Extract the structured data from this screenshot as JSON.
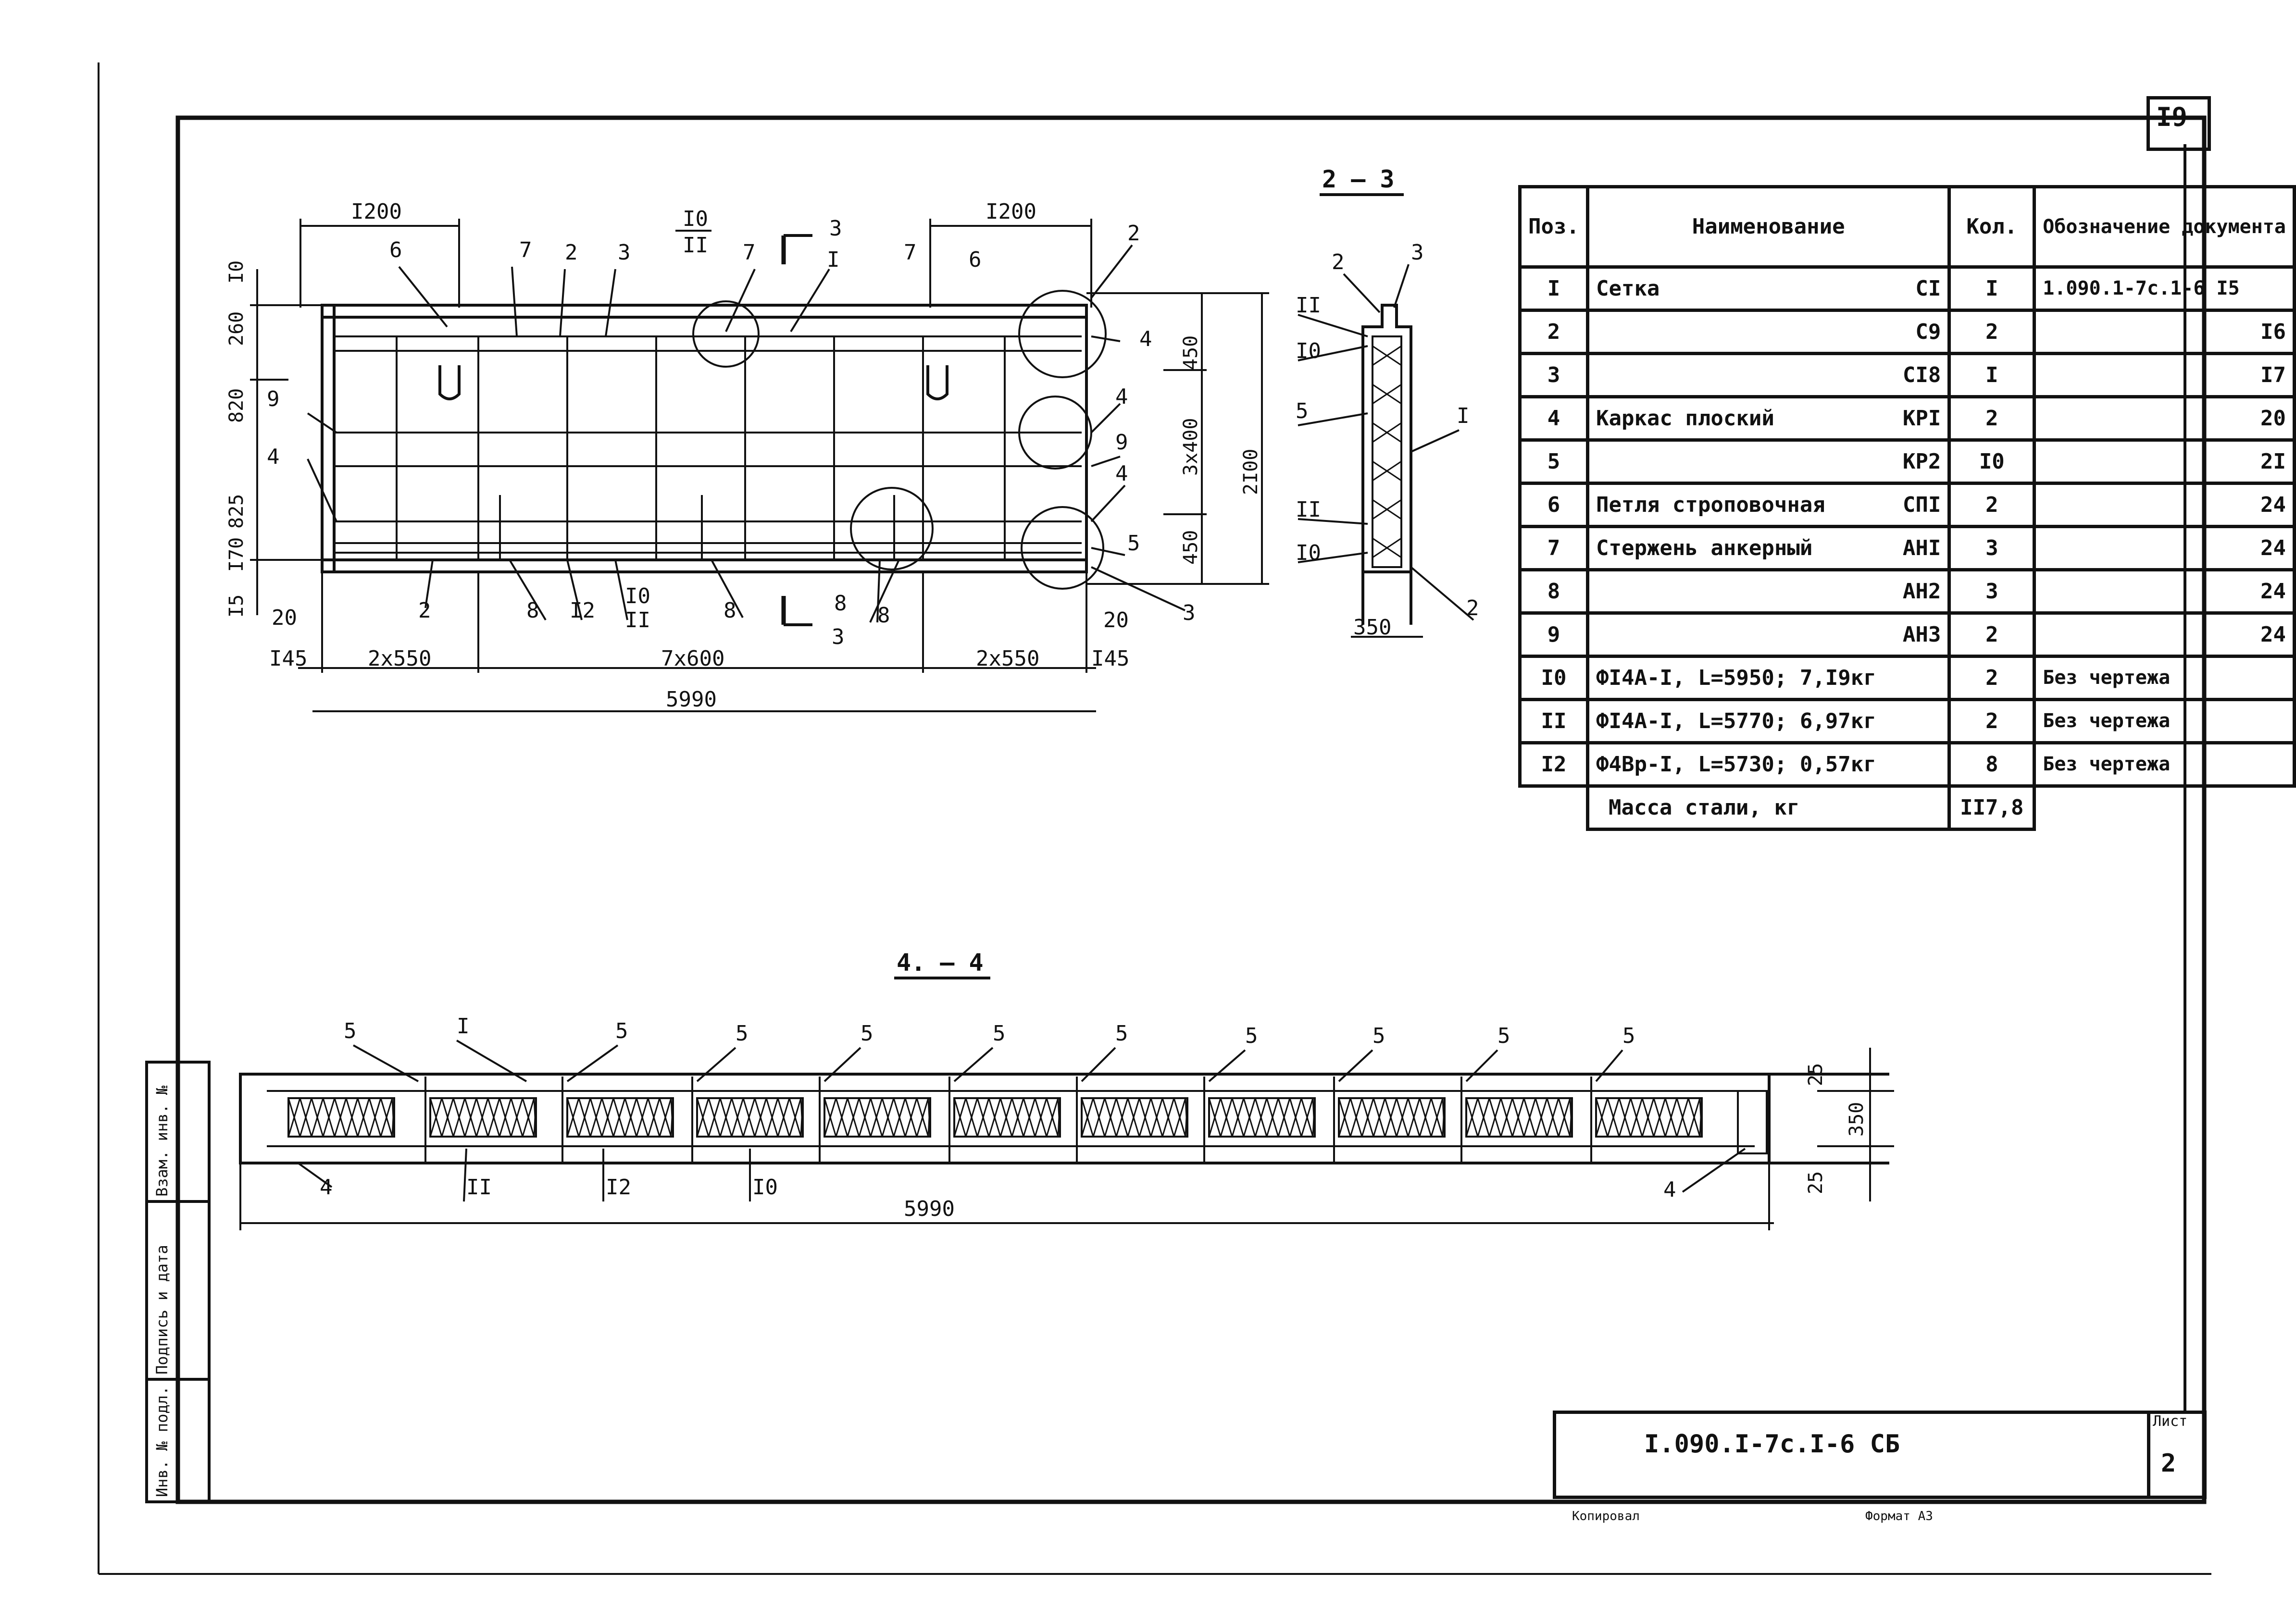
{
  "page_number": "I9",
  "section_titles": {
    "s23": "2 – 3",
    "s44": "4. – 4"
  },
  "plan_dims": {
    "top_left": "I200",
    "top_right": "I200",
    "bottom_2x550_l": "2x550",
    "bottom_7x600": "7x600",
    "bottom_2x550_r": "2x550",
    "bottom_145_l": "I45",
    "bottom_145_r": "I45",
    "bottom_20_l": "20",
    "bottom_20_r": "20",
    "total": "5990",
    "left_10": "I0",
    "left_260": "260",
    "left_820": "820",
    "left_825": "825",
    "left_170": "I70",
    "left_15": "I5",
    "right_450_top": "450",
    "right_3x400": "3x400",
    "right_450_bot": "450",
    "right_2100": "2I00"
  },
  "plan_labels": {
    "l6a": "6",
    "l7a": "7",
    "l2a": "2",
    "l3a": "3",
    "l10top": "I0",
    "l11top": "II",
    "l7b": "7",
    "lI": "I",
    "l7c": "7",
    "l6b": "6",
    "l2b": "2",
    "l4a": "4",
    "l4b": "4",
    "l9b": "9",
    "l4c": "4",
    "l5": "5",
    "l3b": "3",
    "l9": "9",
    "l4": "4",
    "l2bot": "2",
    "l8a": "8",
    "l12": "I2",
    "l10bot": "I0",
    "l11bot": "II",
    "l8b": "8",
    "l8c": "8",
    "l8d": "8",
    "cut3top": "3",
    "cut3bot": "3"
  },
  "sec23_labels": {
    "a2": "2",
    "a3": "3",
    "aII": "II",
    "aI0": "I0",
    "a5": "5",
    "aI": "I",
    "bII": "II",
    "bI0": "I0",
    "b2": "2",
    "dim350": "350"
  },
  "sec44_labels": {
    "top": [
      "5",
      "I",
      "5",
      "5",
      "5",
      "5",
      "5",
      "5",
      "5",
      "5",
      "5"
    ],
    "b4l": "4",
    "b11": "II",
    "b12": "I2",
    "b10": "I0",
    "b4r": "4",
    "dim25a": "25",
    "dim350": "350",
    "dim25b": "25",
    "total": "5990"
  },
  "spec_table": {
    "headers": {
      "pos": "Поз.",
      "name": "Наименование",
      "qty": "Кол.",
      "doc": "Обозначение документа"
    },
    "rows": [
      {
        "pos": "I",
        "name": "Сетка",
        "mark": "CI",
        "qty": "I",
        "doc": "1.090.1-7с.1-6 I5"
      },
      {
        "pos": "2",
        "name": "",
        "mark": "C9",
        "qty": "2",
        "doc": "I6"
      },
      {
        "pos": "3",
        "name": "",
        "mark": "CI8",
        "qty": "I",
        "doc": "I7"
      },
      {
        "pos": "4",
        "name": "Каркас плоский",
        "mark": "KPI",
        "qty": "2",
        "doc": "20"
      },
      {
        "pos": "5",
        "name": "",
        "mark": "KP2",
        "qty": "I0",
        "doc": "2I"
      },
      {
        "pos": "6",
        "name": "Петля строповочная",
        "mark": "СПI",
        "qty": "2",
        "doc": "24"
      },
      {
        "pos": "7",
        "name": "Стержень анкерный",
        "mark": "AHI",
        "qty": "3",
        "doc": "24"
      },
      {
        "pos": "8",
        "name": "",
        "mark": "AH2",
        "qty": "3",
        "doc": "24"
      },
      {
        "pos": "9",
        "name": "",
        "mark": "AH3",
        "qty": "2",
        "doc": "24"
      },
      {
        "pos": "I0",
        "name": "ФI4A-I, L=5950; 7,I9кг",
        "mark": "",
        "qty": "2",
        "doc": "Без чертежа"
      },
      {
        "pos": "II",
        "name": "ФI4A-I, L=5770; 6,97кг",
        "mark": "",
        "qty": "2",
        "doc": "Без чертежа"
      },
      {
        "pos": "I2",
        "name": "Ф4Вр-I, L=5730; 0,57кг",
        "mark": "",
        "qty": "8",
        "doc": "Без чертежа"
      }
    ],
    "mass_label": "Масса стали, кг",
    "mass_value": "II7,8"
  },
  "stamp": {
    "code": "I.090.I-7c.I-6 СБ",
    "sheet_label": "Лист",
    "sheet_number": "2"
  },
  "footer": {
    "left": "Копировал",
    "right": "Формат А3"
  },
  "side_strip": [
    "Инв. № подл.",
    "Подпись и дата",
    "Взам. инв. №"
  ]
}
